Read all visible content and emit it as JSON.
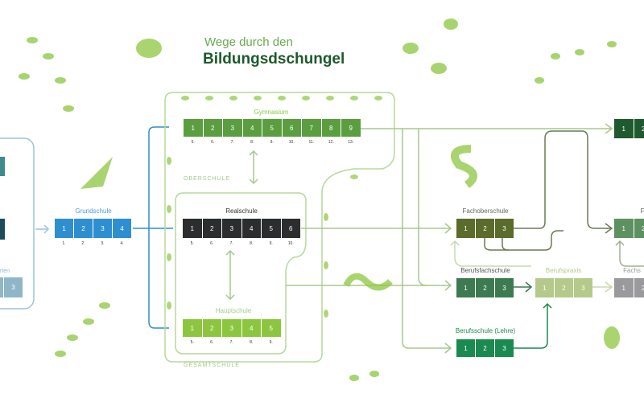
{
  "title": {
    "line1": "Wege durch den",
    "line2": "Bildungsdschungel"
  },
  "groups": {
    "oberschule": "OBERSCHULE",
    "gesamtschule": "GESAMTSCHULE"
  },
  "schools": {
    "kindergarten": {
      "label": "rten",
      "cells": [
        "3"
      ],
      "color": "#8fb6c8"
    },
    "grundschule": {
      "label": "Grundschule",
      "cells": [
        "1",
        "2",
        "3",
        "4"
      ],
      "grades": [
        "1.",
        "2.",
        "3.",
        "4."
      ],
      "color": "#2d8fd0"
    },
    "gymnasium": {
      "label": "Gymnasium",
      "cells": [
        "1",
        "2",
        "3",
        "4",
        "5",
        "6",
        "7",
        "8",
        "9"
      ],
      "grades": [
        "5.",
        "6.",
        "7.",
        "8.",
        "9.",
        "10.",
        "11.",
        "12.",
        "13."
      ],
      "color": "#5a9e3f"
    },
    "realschule": {
      "label": "Realschule",
      "cells": [
        "1",
        "2",
        "3",
        "4",
        "5",
        "6"
      ],
      "grades": [
        "5.",
        "6.",
        "7.",
        "8.",
        "9.",
        "10."
      ],
      "color": "#2b2d2f"
    },
    "hauptschule": {
      "label": "Hauptschule",
      "cells": [
        "1",
        "2",
        "3",
        "4",
        "5"
      ],
      "grades": [
        "5.",
        "6.",
        "7.",
        "8.",
        "9."
      ],
      "color": "#8cc63f"
    },
    "fachoberschule": {
      "label": "Fachoberschule",
      "cells": [
        "1",
        "2",
        "3"
      ],
      "color": "#5a6b2a"
    },
    "berufsfachschule": {
      "label": "Berufsfachschule",
      "cells": [
        "1",
        "2",
        "3"
      ],
      "color": "#3d7a52"
    },
    "berufspraxis": {
      "label": "Berufspraxis",
      "cells": [
        "1",
        "2",
        "3"
      ],
      "color": "#b5c98a"
    },
    "berufsschule": {
      "label": "Berufsschule (Lehre)",
      "cells": [
        "1",
        "2",
        "3"
      ],
      "color": "#1a8a4f"
    },
    "right_top": {
      "cells": [
        "1",
        "2"
      ],
      "color": "#1e5a2e"
    },
    "right_mid": {
      "label": "F",
      "cells": [
        "1",
        "2"
      ],
      "color": "#5e9160"
    },
    "right_bottom": {
      "label": "Fachs",
      "cells": [
        "1",
        "2"
      ],
      "color": "#9a9a9c"
    }
  }
}
